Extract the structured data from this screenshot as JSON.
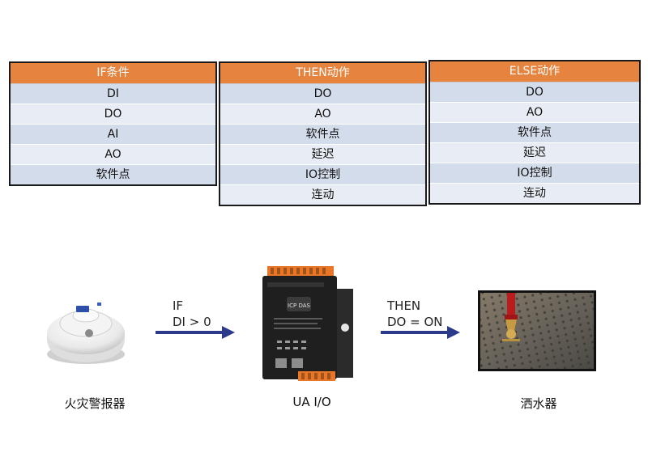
{
  "tables": [
    {
      "header": "IF条件",
      "rows": [
        "DI",
        "DO",
        "AI",
        "AO",
        "软件点"
      ]
    },
    {
      "header": "THEN动作",
      "rows": [
        "DO",
        "AO",
        "软件点",
        "延迟",
        "IO控制",
        "连动"
      ]
    },
    {
      "header": "ELSE动作",
      "rows": [
        "DO",
        "AO",
        "软件点",
        "延迟",
        "IO控制",
        "连动"
      ]
    }
  ],
  "flow": {
    "arrow1": {
      "line1": "IF",
      "line2": "DI > 0"
    },
    "arrow2": {
      "line1": "THEN",
      "line2": "DO = ON"
    },
    "captions": {
      "detector": "火灾警报器",
      "device": "UA I/O",
      "sprinkler": "洒水器"
    },
    "device_logo": "ICP DAS"
  },
  "colors": {
    "header_orange": "#e6843f",
    "row_dark": "#d3dcea",
    "row_light": "#e8ecf4",
    "arrow_blue": "#2c3a8c"
  }
}
